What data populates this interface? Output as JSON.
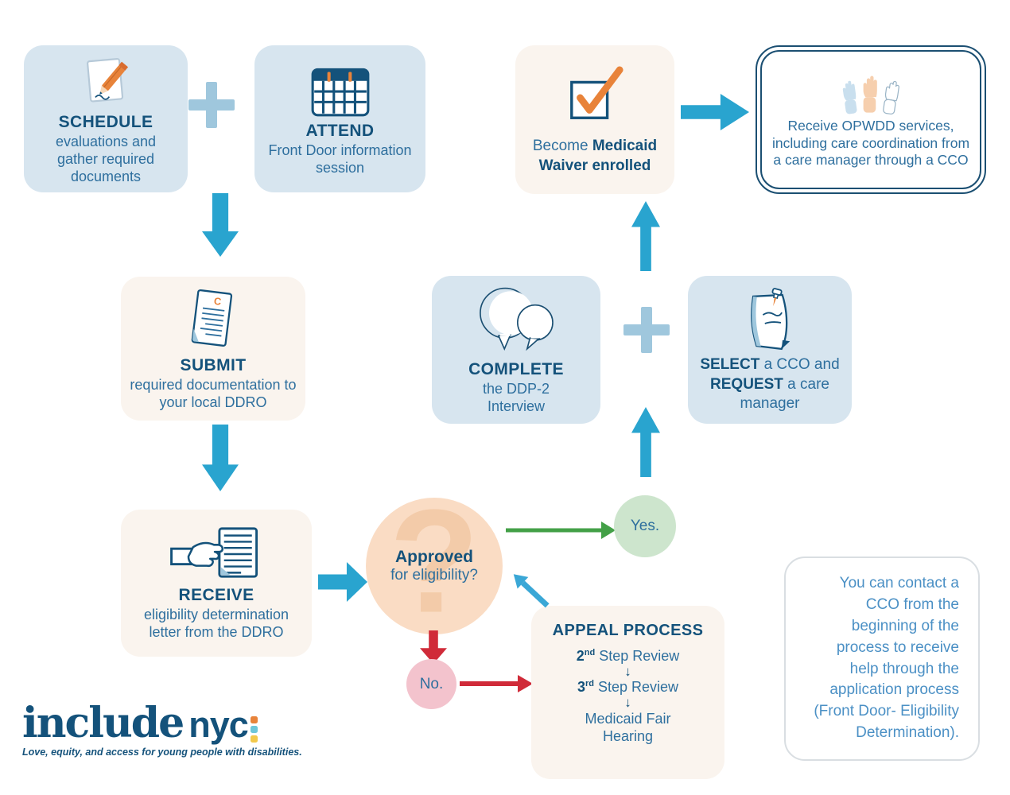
{
  "colors": {
    "navy": "#14527b",
    "body_blue": "#2e6f9e",
    "light_blue_box": "#d7e5ef",
    "cream_box": "#faf4ee",
    "teal_arrow": "#29a4cf",
    "plus_blue": "#9fc7dd",
    "green_arrow": "#43a047",
    "green_circle": "#cde5cd",
    "red_arrow": "#d02b39",
    "pink_circle": "#f3c3cd",
    "peach_circle": "#fadcc4",
    "orange_accent": "#e8833a",
    "contact_text_blue": "#4b90c5"
  },
  "steps": {
    "schedule": {
      "title": "SCHEDULE",
      "desc": "evaluations and gather required documents"
    },
    "attend": {
      "title": "ATTEND",
      "desc": "Front Door information session"
    },
    "submit": {
      "title": "SUBMIT",
      "desc": "required documentation to your local DDRO"
    },
    "receive": {
      "title": "RECEIVE",
      "desc": "eligibility determination letter from the DDRO"
    },
    "complete": {
      "title": "COMPLETE",
      "desc": "the DDP-2 Interview"
    },
    "select": {
      "bold1": "SELECT",
      "text1": " a CCO and ",
      "bold2": "REQUEST",
      "text2": " a care manager"
    },
    "become": {
      "prefix": "Become ",
      "bold": "Medicaid Waiver enrolled"
    },
    "opwdd": {
      "desc": "Receive OPWDD services, including care coordination from a care manager through a CCO"
    }
  },
  "decision": {
    "question_bold": "Approved",
    "question_rest": "for eligibility?",
    "question_watermark": "?",
    "yes_label": "Yes.",
    "no_label": "No."
  },
  "appeal": {
    "title": "APPEAL PROCESS",
    "step1_num": "2",
    "step1_sup": "nd",
    "step1_rest": " Step Review",
    "step2_num": "3",
    "step2_sup": "rd",
    "step2_rest": " Step Review",
    "step3": "Medicaid Fair Hearing",
    "arrow_glyph": "↓"
  },
  "note": {
    "text": "You can contact a CCO from the beginning of the process to receive help through the application process (Front Door- Eligibility Determination)."
  },
  "logo": {
    "word1": "include",
    "word2": "nyc",
    "tagline": "Love, equity, and access for young people with disabilities."
  }
}
